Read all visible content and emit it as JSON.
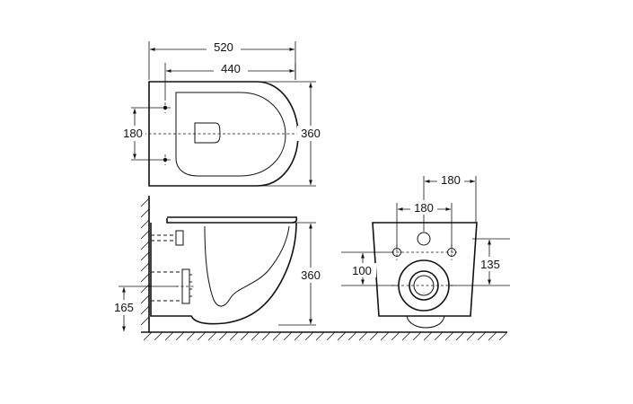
{
  "dimensions": {
    "top_width_outer": "520",
    "top_width_inner": "440",
    "top_mount_spacing": "180",
    "top_depth": "360",
    "side_height": "360",
    "side_mount_height": "165",
    "rear_top_spacing": "180",
    "rear_inner_spacing": "180",
    "rear_left_height": "100",
    "rear_right_height": "135"
  }
}
